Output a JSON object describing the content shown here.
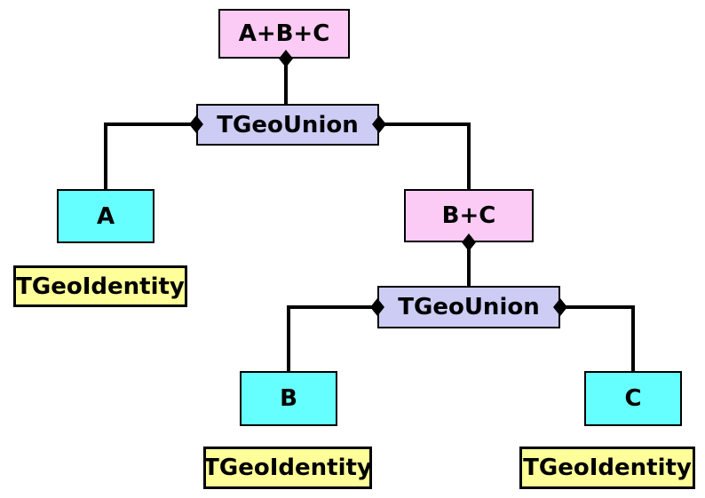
{
  "diagram": {
    "type": "tree",
    "nodes": {
      "result": {
        "label": "A+B+C",
        "role": "composite_result"
      },
      "union1": {
        "label": "TGeoUnion",
        "role": "boolean_operation"
      },
      "shape_a": {
        "label": "A",
        "role": "leaf_shape"
      },
      "identity_a": {
        "label": "TGeoIdentity",
        "role": "matrix"
      },
      "subresult": {
        "label": "B+C",
        "role": "composite_result"
      },
      "union2": {
        "label": "TGeoUnion",
        "role": "boolean_operation"
      },
      "shape_b": {
        "label": "B",
        "role": "leaf_shape"
      },
      "identity_b": {
        "label": "TGeoIdentity",
        "role": "matrix"
      },
      "shape_c": {
        "label": "C",
        "role": "leaf_shape"
      },
      "identity_c": {
        "label": "TGeoIdentity",
        "role": "matrix"
      }
    },
    "edges": [
      {
        "from": "result",
        "to": "union1",
        "connector": "filled-diamond"
      },
      {
        "from": "union1",
        "to": "shape_a",
        "connector": "filled-diamond"
      },
      {
        "from": "union1",
        "to": "subresult",
        "connector": "filled-diamond"
      },
      {
        "from": "subresult",
        "to": "union2",
        "connector": "filled-diamond"
      },
      {
        "from": "union2",
        "to": "shape_b",
        "connector": "filled-diamond"
      },
      {
        "from": "union2",
        "to": "shape_c",
        "connector": "filled-diamond"
      }
    ],
    "colors": {
      "composite_result": "#FBCBF5",
      "boolean_operation": "#CCCCF5",
      "leaf_shape": "#66FFFF",
      "matrix": "#FFFF99",
      "connector": "#000000",
      "background": "#FFFFFF"
    }
  }
}
